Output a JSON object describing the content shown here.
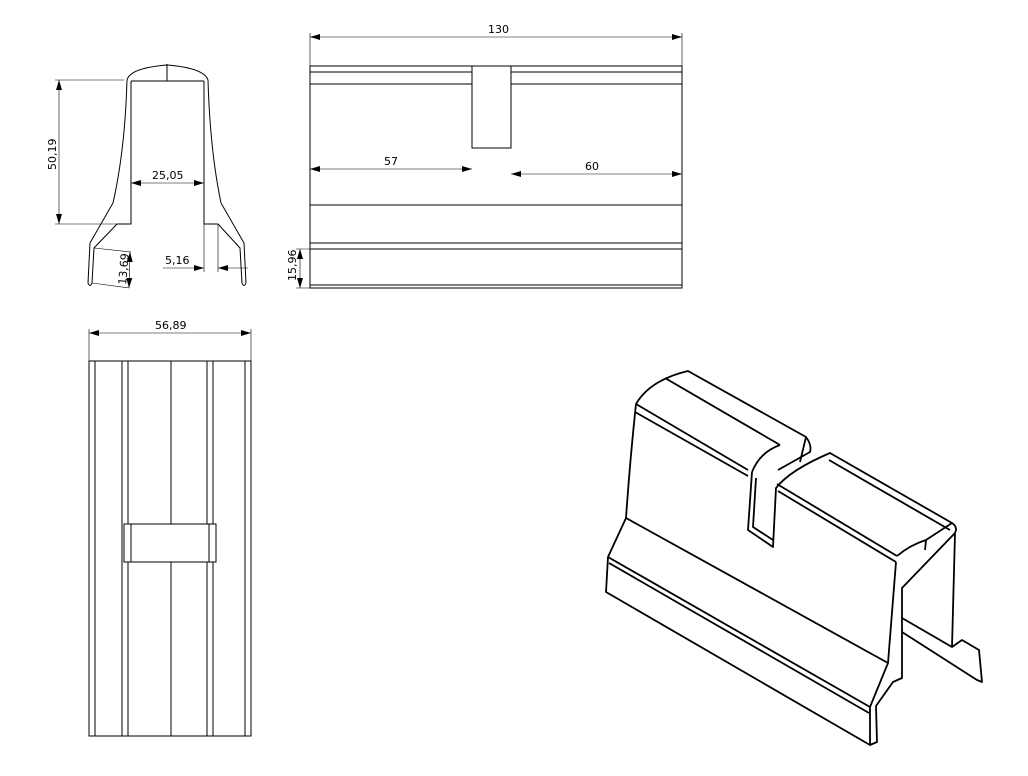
{
  "drawing": {
    "front_view": {
      "height": "50,19",
      "inner_width": "25,05",
      "foot_width": "5,16",
      "foot_height": "13,69"
    },
    "top_view": {
      "length": "130",
      "left_segment": "57",
      "right_segment": "60",
      "lower_band": "15,96"
    },
    "bottom_view": {
      "width": "56,89"
    },
    "iso_view": {
      "label": ""
    }
  }
}
